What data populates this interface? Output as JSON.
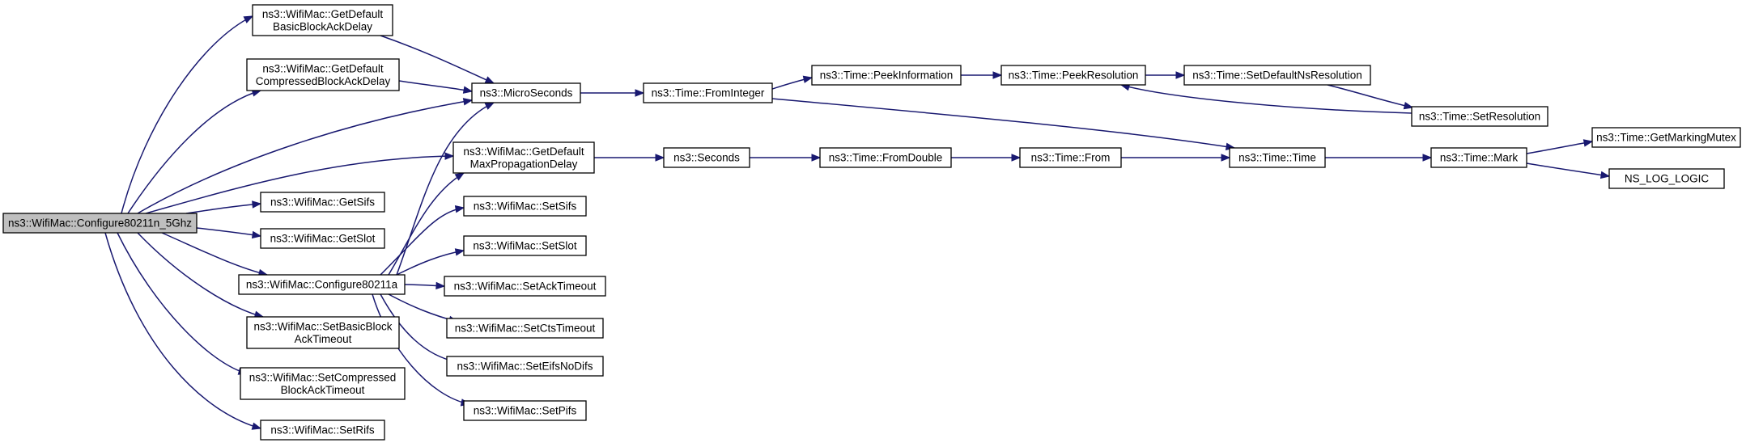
{
  "colors": {
    "edge": "#191970",
    "root_fill": "#bfbfbf",
    "node_fill": "#ffffff",
    "node_border": "#000000"
  },
  "nodes": [
    {
      "id": "root",
      "lines": [
        "ns3::WifiMac::Configure80211n_5Ghz"
      ],
      "root": true
    },
    {
      "id": "gdbbad",
      "lines": [
        "ns3::WifiMac::GetDefault",
        "BasicBlockAckDelay"
      ]
    },
    {
      "id": "gdcbad",
      "lines": [
        "ns3::WifiMac::GetDefault",
        "CompressedBlockAckDelay"
      ]
    },
    {
      "id": "micro",
      "lines": [
        "ns3::MicroSeconds"
      ]
    },
    {
      "id": "gdmpd",
      "lines": [
        "ns3::WifiMac::GetDefault",
        "MaxPropagationDelay"
      ]
    },
    {
      "id": "getsifs",
      "lines": [
        "ns3::WifiMac::GetSifs"
      ]
    },
    {
      "id": "getslot",
      "lines": [
        "ns3::WifiMac::GetSlot"
      ]
    },
    {
      "id": "conf11a",
      "lines": [
        "ns3::WifiMac::Configure80211a"
      ]
    },
    {
      "id": "setbbat",
      "lines": [
        "ns3::WifiMac::SetBasicBlock",
        "AckTimeout"
      ]
    },
    {
      "id": "setcbat",
      "lines": [
        "ns3::WifiMac::SetCompressed",
        "BlockAckTimeout"
      ]
    },
    {
      "id": "setrifs",
      "lines": [
        "ns3::WifiMac::SetRifs"
      ]
    },
    {
      "id": "setsifs",
      "lines": [
        "ns3::WifiMac::SetSifs"
      ]
    },
    {
      "id": "setslot",
      "lines": [
        "ns3::WifiMac::SetSlot"
      ]
    },
    {
      "id": "setackto",
      "lines": [
        "ns3::WifiMac::SetAckTimeout"
      ]
    },
    {
      "id": "setctsto",
      "lines": [
        "ns3::WifiMac::SetCtsTimeout"
      ]
    },
    {
      "id": "seteifs",
      "lines": [
        "ns3::WifiMac::SetEifsNoDifs"
      ]
    },
    {
      "id": "setpifs",
      "lines": [
        "ns3::WifiMac::SetPifs"
      ]
    },
    {
      "id": "seconds",
      "lines": [
        "ns3::Seconds"
      ]
    },
    {
      "id": "fromint",
      "lines": [
        "ns3::Time::FromInteger"
      ]
    },
    {
      "id": "fromdbl",
      "lines": [
        "ns3::Time::FromDouble"
      ]
    },
    {
      "id": "from",
      "lines": [
        "ns3::Time::From"
      ]
    },
    {
      "id": "peekinfo",
      "lines": [
        "ns3::Time::PeekInformation"
      ]
    },
    {
      "id": "peekres",
      "lines": [
        "ns3::Time::PeekResolution"
      ]
    },
    {
      "id": "setdefres",
      "lines": [
        "ns3::Time::SetDefaultNsResolution"
      ]
    },
    {
      "id": "setres",
      "lines": [
        "ns3::Time::SetResolution"
      ]
    },
    {
      "id": "time",
      "lines": [
        "ns3::Time::Time"
      ]
    },
    {
      "id": "mark",
      "lines": [
        "ns3::Time::Mark"
      ]
    },
    {
      "id": "getmutex",
      "lines": [
        "ns3::Time::GetMarkingMutex"
      ]
    },
    {
      "id": "nslog",
      "lines": [
        "NS_LOG_LOGIC"
      ]
    }
  ],
  "edges": [
    {
      "from": "root",
      "to": "gdbbad"
    },
    {
      "from": "root",
      "to": "gdcbad"
    },
    {
      "from": "root",
      "to": "micro"
    },
    {
      "from": "root",
      "to": "gdmpd"
    },
    {
      "from": "root",
      "to": "getsifs"
    },
    {
      "from": "root",
      "to": "getslot"
    },
    {
      "from": "root",
      "to": "conf11a"
    },
    {
      "from": "root",
      "to": "setbbat"
    },
    {
      "from": "root",
      "to": "setcbat"
    },
    {
      "from": "root",
      "to": "setrifs"
    },
    {
      "from": "gdbbad",
      "to": "micro"
    },
    {
      "from": "gdcbad",
      "to": "micro"
    },
    {
      "from": "conf11a",
      "to": "micro"
    },
    {
      "from": "conf11a",
      "to": "gdmpd"
    },
    {
      "from": "conf11a",
      "to": "setsifs"
    },
    {
      "from": "conf11a",
      "to": "setslot"
    },
    {
      "from": "conf11a",
      "to": "setackto"
    },
    {
      "from": "conf11a",
      "to": "setctsto"
    },
    {
      "from": "conf11a",
      "to": "seteifs"
    },
    {
      "from": "conf11a",
      "to": "setpifs"
    },
    {
      "from": "micro",
      "to": "fromint"
    },
    {
      "from": "gdmpd",
      "to": "seconds"
    },
    {
      "from": "seconds",
      "to": "fromdbl"
    },
    {
      "from": "fromdbl",
      "to": "from"
    },
    {
      "from": "from",
      "to": "time"
    },
    {
      "from": "fromint",
      "to": "peekinfo"
    },
    {
      "from": "fromint",
      "to": "time"
    },
    {
      "from": "peekinfo",
      "to": "peekres"
    },
    {
      "from": "peekres",
      "to": "setdefres"
    },
    {
      "from": "setdefres",
      "to": "setres"
    },
    {
      "from": "setres",
      "to": "peekres"
    },
    {
      "from": "time",
      "to": "mark"
    },
    {
      "from": "mark",
      "to": "getmutex"
    },
    {
      "from": "mark",
      "to": "nslog"
    }
  ]
}
